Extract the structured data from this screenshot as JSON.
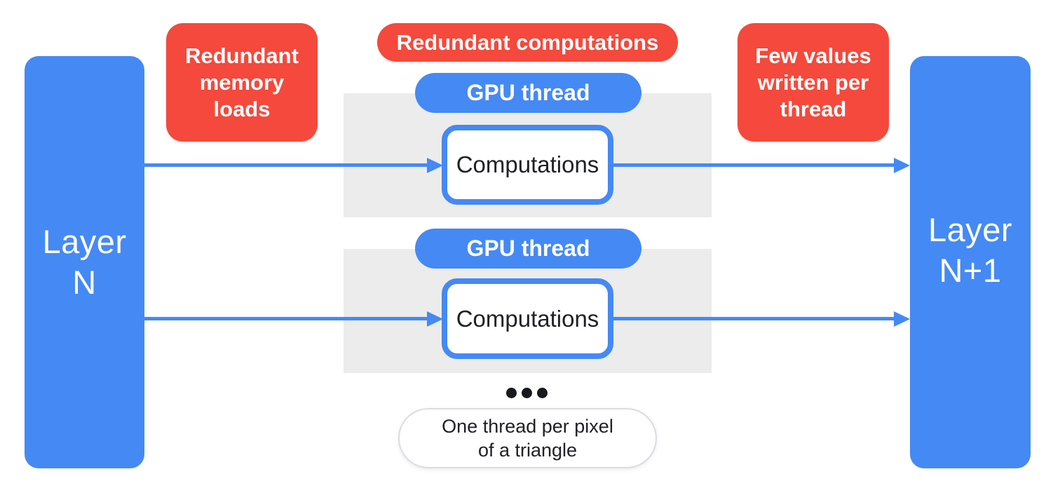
{
  "colors": {
    "blue": "#4589F4",
    "red": "#F4493C",
    "panel_gray": "#ECECEC",
    "text_dark": "#202124",
    "footnote_border": "#DADCE0",
    "dot_black": "#17191C"
  },
  "layers": {
    "left": {
      "line1": "Layer",
      "line2": "N"
    },
    "right": {
      "line1": "Layer",
      "line2": "N+1"
    }
  },
  "callouts": {
    "memory": {
      "lines": [
        "Redundant",
        "memory",
        "loads"
      ]
    },
    "compute": {
      "label": "Redundant computations"
    },
    "few_values": {
      "lines": [
        "Few values",
        "written per",
        "thread"
      ]
    }
  },
  "threads": [
    {
      "pill": "GPU thread",
      "box": "Computations"
    },
    {
      "pill": "GPU thread",
      "box": "Computations"
    }
  ],
  "footnote": {
    "lines": [
      "One thread per pixel",
      "of a triangle"
    ]
  }
}
